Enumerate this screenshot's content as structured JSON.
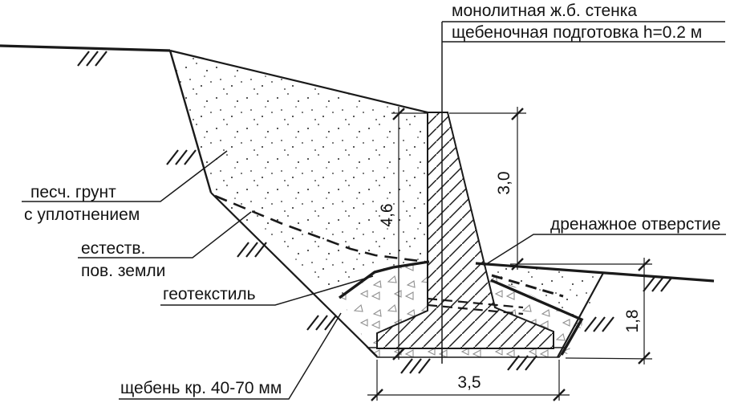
{
  "drawing": {
    "type": "retaining-wall-cross-section",
    "callouts": {
      "wall": "монолитная ж.б. стенка",
      "prep": "щебеночная подготовка  h=0.2 м",
      "sand_line1": "песч. грунт",
      "sand_line2": "с уплотнением",
      "natural_line1": "естеств.",
      "natural_line2": "пов. земли",
      "geotextile": "геотекстиль",
      "gravel": "щебень кр. 40-70 мм",
      "drain": "дренажное отверстие"
    },
    "dimensions": {
      "total_height": "4,6",
      "height_above_ground": "3,0",
      "embedment_depth": "1,8",
      "base_width": "3,5"
    },
    "colors": {
      "line": "#1a1a1a",
      "background": "#ffffff",
      "stone_outline": "#8f8f8f"
    }
  }
}
